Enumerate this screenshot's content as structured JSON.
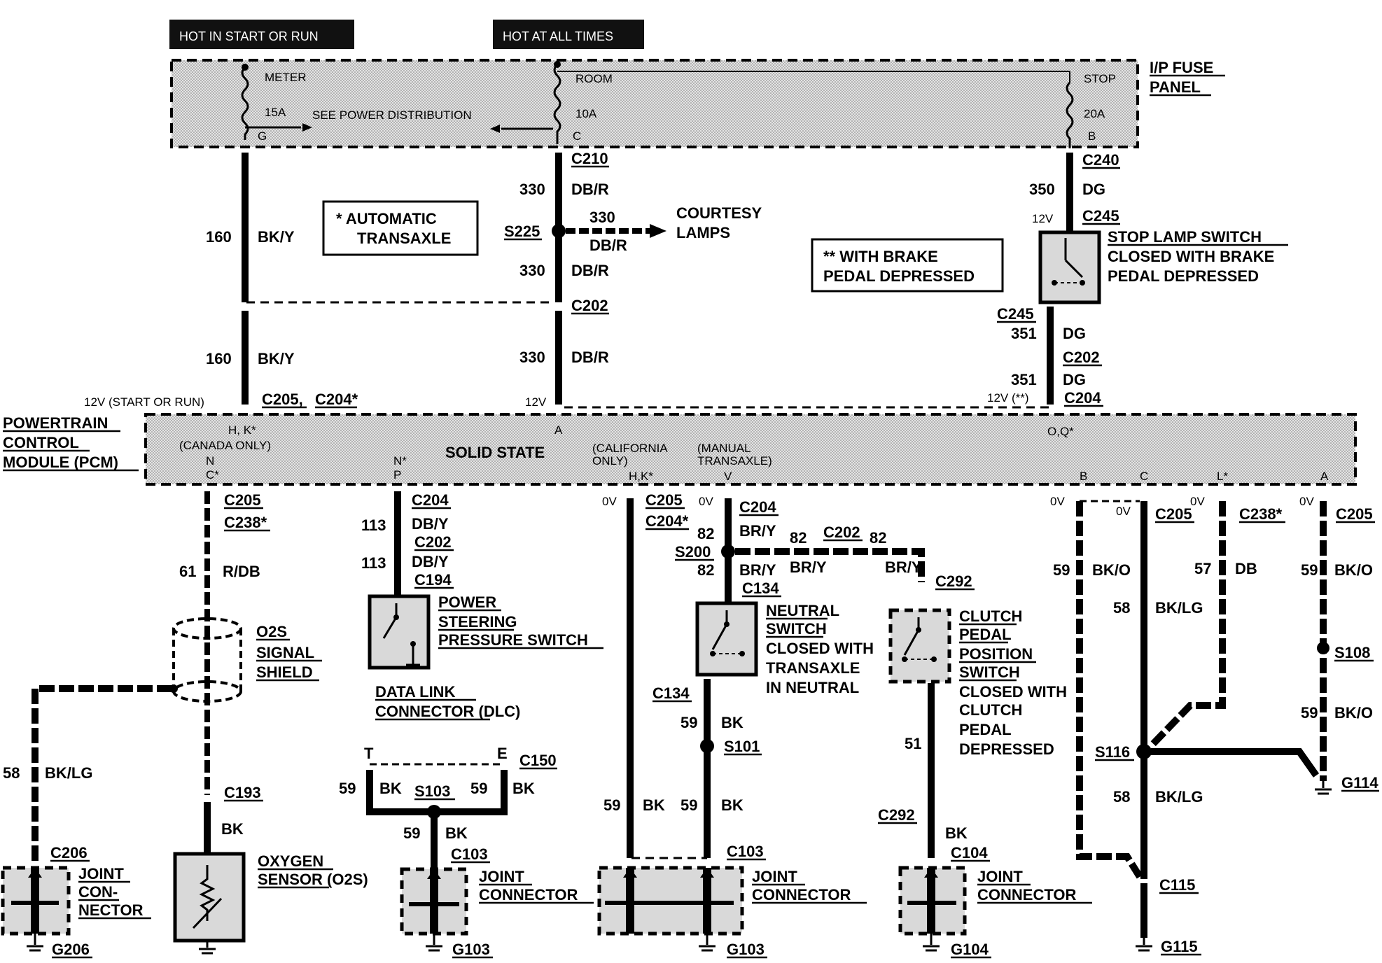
{
  "headers": {
    "start_run": "HOT IN START OR RUN",
    "all_times": "HOT AT ALL TIMES"
  },
  "fuse_panel": {
    "title1": "I/P FUSE",
    "title2": "PANEL",
    "meter": "METER",
    "meter_amp": "15A",
    "meter_pin": "G",
    "see_power": "SEE POWER DISTRIBUTION",
    "room": "ROOM",
    "room_amp": "10A",
    "room_pin": "C",
    "stop": "STOP",
    "stop_amp": "20A",
    "stop_pin": "B"
  },
  "notes": {
    "auto1": "*  AUTOMATIC",
    "auto2": "TRANSAXLE",
    "brake1": "**  WITH BRAKE",
    "brake2": "PEDAL DEPRESSED"
  },
  "wires": {
    "w160a_num": "160",
    "w160a_col": "BK/Y",
    "w160b_num": "160",
    "w160b_col": "BK/Y",
    "w330a_num": "330",
    "w330a_col": "DB/R",
    "w330b_num": "330",
    "w330b_col": "DB/R",
    "w330c_num": "330",
    "w330c_col": "DB/R",
    "w330d_num": "330",
    "w330d_col": "DB/R",
    "w350_num": "350",
    "w350_col": "DG",
    "w351a_num": "351",
    "w351a_col": "DG",
    "w351b_num": "351",
    "w351b_col": "DG",
    "w61_num": "61",
    "w61_col": "R/DB",
    "w58a_num": "58",
    "w58a_col": "BK/LG",
    "w113a_num": "113",
    "w113a_col": "DB/Y",
    "w113b_num": "113",
    "w113b_col": "DB/Y",
    "w82a_num": "82",
    "w82a_col": "BR/Y",
    "w82b_num": "82",
    "w82b_col": "BR/Y",
    "w82c_num": "82",
    "w82c_col": "BR/Y",
    "w82d_num": "82",
    "w82d_col": "BR/Y",
    "w59a_num": "59",
    "w59a_col": "BK",
    "w59b_num": "59",
    "w59b_col": "BK",
    "w59c_num": "59",
    "w59c_col": "BK",
    "w59d_num": "59",
    "w59d_col": "BK",
    "w59e_num": "59",
    "w59e_col": "BK",
    "w59f_num": "59",
    "w59f_col": "BK",
    "w51_num": "51",
    "w104_col": "BK",
    "w193_col": "BK",
    "w59g_num": "59",
    "w59g_col": "BK/O",
    "w58b_num": "58",
    "w58b_col": "BK/LG",
    "w57_num": "57",
    "w57_col": "DB",
    "w59h_num": "59",
    "w59h_col": "BK/O",
    "w59i_num": "59",
    "w59i_col": "BK/O",
    "w58c_num": "58",
    "w58c_col": "BK/LG"
  },
  "connectors": {
    "c210": "C210",
    "c240": "C240",
    "c245a": "C245",
    "c245b": "C245",
    "c202a": "C202",
    "c202b": "C202",
    "c205a": "C205,",
    "c204a": "C204*",
    "c204b": "C204",
    "s225": "S225",
    "courtesy1": "COURTESY",
    "courtesy2": "LAMPS",
    "c205b": "C205",
    "c238a": "C238*",
    "c204c": "C204",
    "c202c": "C202",
    "c194": "C194",
    "c205c": "C205",
    "c204d": "C204*",
    "c204e": "C204",
    "s200": "S200",
    "c202d": "C202",
    "c134a": "C134",
    "c134b": "C134",
    "c292a": "C292",
    "c292b": "C292",
    "s101": "S101",
    "c150": "C150",
    "s103": "S103",
    "c193": "C193",
    "c206": "C206",
    "c103a": "C103",
    "c103b": "C103",
    "c104": "C104",
    "c205d": "C205",
    "c238b": "C238*",
    "c205e": "C205",
    "s108": "S108",
    "s116": "S116",
    "c115": "C115",
    "t_pin": "T",
    "e_pin": "E"
  },
  "grounds": {
    "g206": "G206",
    "g103": "G103",
    "g103b": "G103",
    "g104": "G104",
    "g114": "G114",
    "g115": "G115"
  },
  "components": {
    "stop_switch1": "STOP LAMP SWITCH",
    "stop_switch2": "CLOSED WITH BRAKE",
    "stop_switch3": "PEDAL DEPRESSED",
    "ps1": "POWER",
    "ps2": "STEERING",
    "ps3": "PRESSURE SWITCH",
    "dlc1": "DATA LINK",
    "dlc2": "CONNECTOR (DLC)",
    "o2s_shield1": "O2S",
    "o2s_shield2": "SIGNAL",
    "o2s_shield3": "SHIELD",
    "neutral1": "NEUTRAL",
    "neutral2": "SWITCH",
    "neutral3": "CLOSED WITH",
    "neutral4": "TRANSAXLE",
    "neutral5": "IN NEUTRAL",
    "clutch1": "CLUTCH",
    "clutch2": "PEDAL",
    "clutch3": "POSITION",
    "clutch4": "SWITCH",
    "clutch5": "CLOSED WITH",
    "clutch6": "CLUTCH",
    "clutch7": "PEDAL",
    "clutch8": "DEPRESSED",
    "oxygen1": "OXYGEN",
    "oxygen2": "SENSOR (O2S)",
    "jc1a": "JOINT",
    "jc1b": "CON-",
    "jc1c": "NECTOR",
    "jc2a": "JOINT",
    "jc2b": "CONNECTOR",
    "jc3a": "JOINT",
    "jc3b": "CONNECTOR",
    "jc4a": "JOINT",
    "jc4b": "CONNECTOR"
  },
  "pcm": {
    "title1": "POWERTRAIN",
    "title2": "CONTROL",
    "title3": "MODULE (PCM)",
    "solid_state": "SOLID STATE",
    "v_start": "12V (START OR RUN)",
    "v_a": "12V",
    "v_stop": "12V (**)",
    "pin_hk": "H, K*",
    "canada": "(CANADA ONLY)",
    "pin_nc": "N",
    "pin_nc2": "C*",
    "pin_np": "N*",
    "pin_p": "P",
    "pin_a_top": "A",
    "california": "(CALIFORNIA",
    "california2": "ONLY)",
    "pin_hk2": "H,K*",
    "manual": "(MANUAL",
    "manual2": "TRANSAXLE)",
    "pin_v": "V",
    "pin_oq": "O,Q*",
    "pin_b": "B",
    "pin_c": "C",
    "pin_l": "L*",
    "pin_a": "A",
    "ov1": "0V",
    "ov2": "0V",
    "ov3": "0V",
    "ov4": "0V",
    "ov5": "0V",
    "ov6": "0V"
  },
  "voltages": {
    "v12_245": "12V"
  }
}
